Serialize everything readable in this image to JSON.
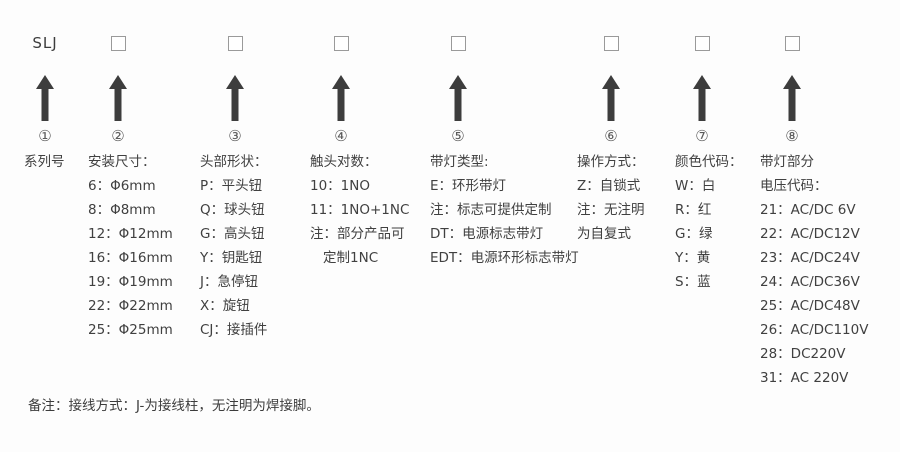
{
  "page": {
    "series_label": "SLJ",
    "note": "备注：接线方式：J-为接线柱，无注明为焊接脚。"
  },
  "colors": {
    "bg": "#fdfdfd",
    "text": "#404040",
    "arrow": "#3d3d3d",
    "checkbox_border": "#9a9a9a"
  },
  "columns": [
    {
      "number": "①",
      "header": "系列号",
      "items": []
    },
    {
      "number": "②",
      "header": "安装尺寸：",
      "items": [
        "6：Φ6mm",
        "8：Φ8mm",
        "12：Φ12mm",
        "16：Φ16mm",
        "19：Φ19mm",
        "22：Φ22mm",
        "25：Φ25mm"
      ]
    },
    {
      "number": "③",
      "header": "头部形状：",
      "items": [
        "P：平头钮",
        "Q：球头钮",
        "G：高头钮",
        "Y：钥匙钮",
        "J：急停钮",
        "X：旋钮",
        "CJ：接插件"
      ]
    },
    {
      "number": "④",
      "header": "触头对数：",
      "items": [
        "10：1NO",
        "11：1NO+1NC",
        "注：部分产品可",
        "定制1NC"
      ]
    },
    {
      "number": "⑤",
      "header": "带灯类型:",
      "items": [
        "E：环形带灯",
        "注：标志可提供定制",
        "DT：电源标志带灯",
        "EDT：电源环形标志带灯"
      ]
    },
    {
      "number": "⑥",
      "header": "操作方式：",
      "items": [
        "Z：自锁式",
        "注：无注明",
        "为自复式"
      ]
    },
    {
      "number": "⑦",
      "header": "颜色代码：",
      "items": [
        "W：白",
        "R：红",
        "G：绿",
        "Y：黄",
        "S：蓝"
      ]
    },
    {
      "number": "⑧",
      "header": "带灯部分",
      "subheader": "电压代码：",
      "items": [
        "21：AC/DC 6V",
        "22：AC/DC12V",
        "23：AC/DC24V",
        "24：AC/DC36V",
        "25：AC/DC48V",
        "26：AC/DC110V",
        "28：DC220V",
        "31：AC 220V"
      ]
    }
  ]
}
